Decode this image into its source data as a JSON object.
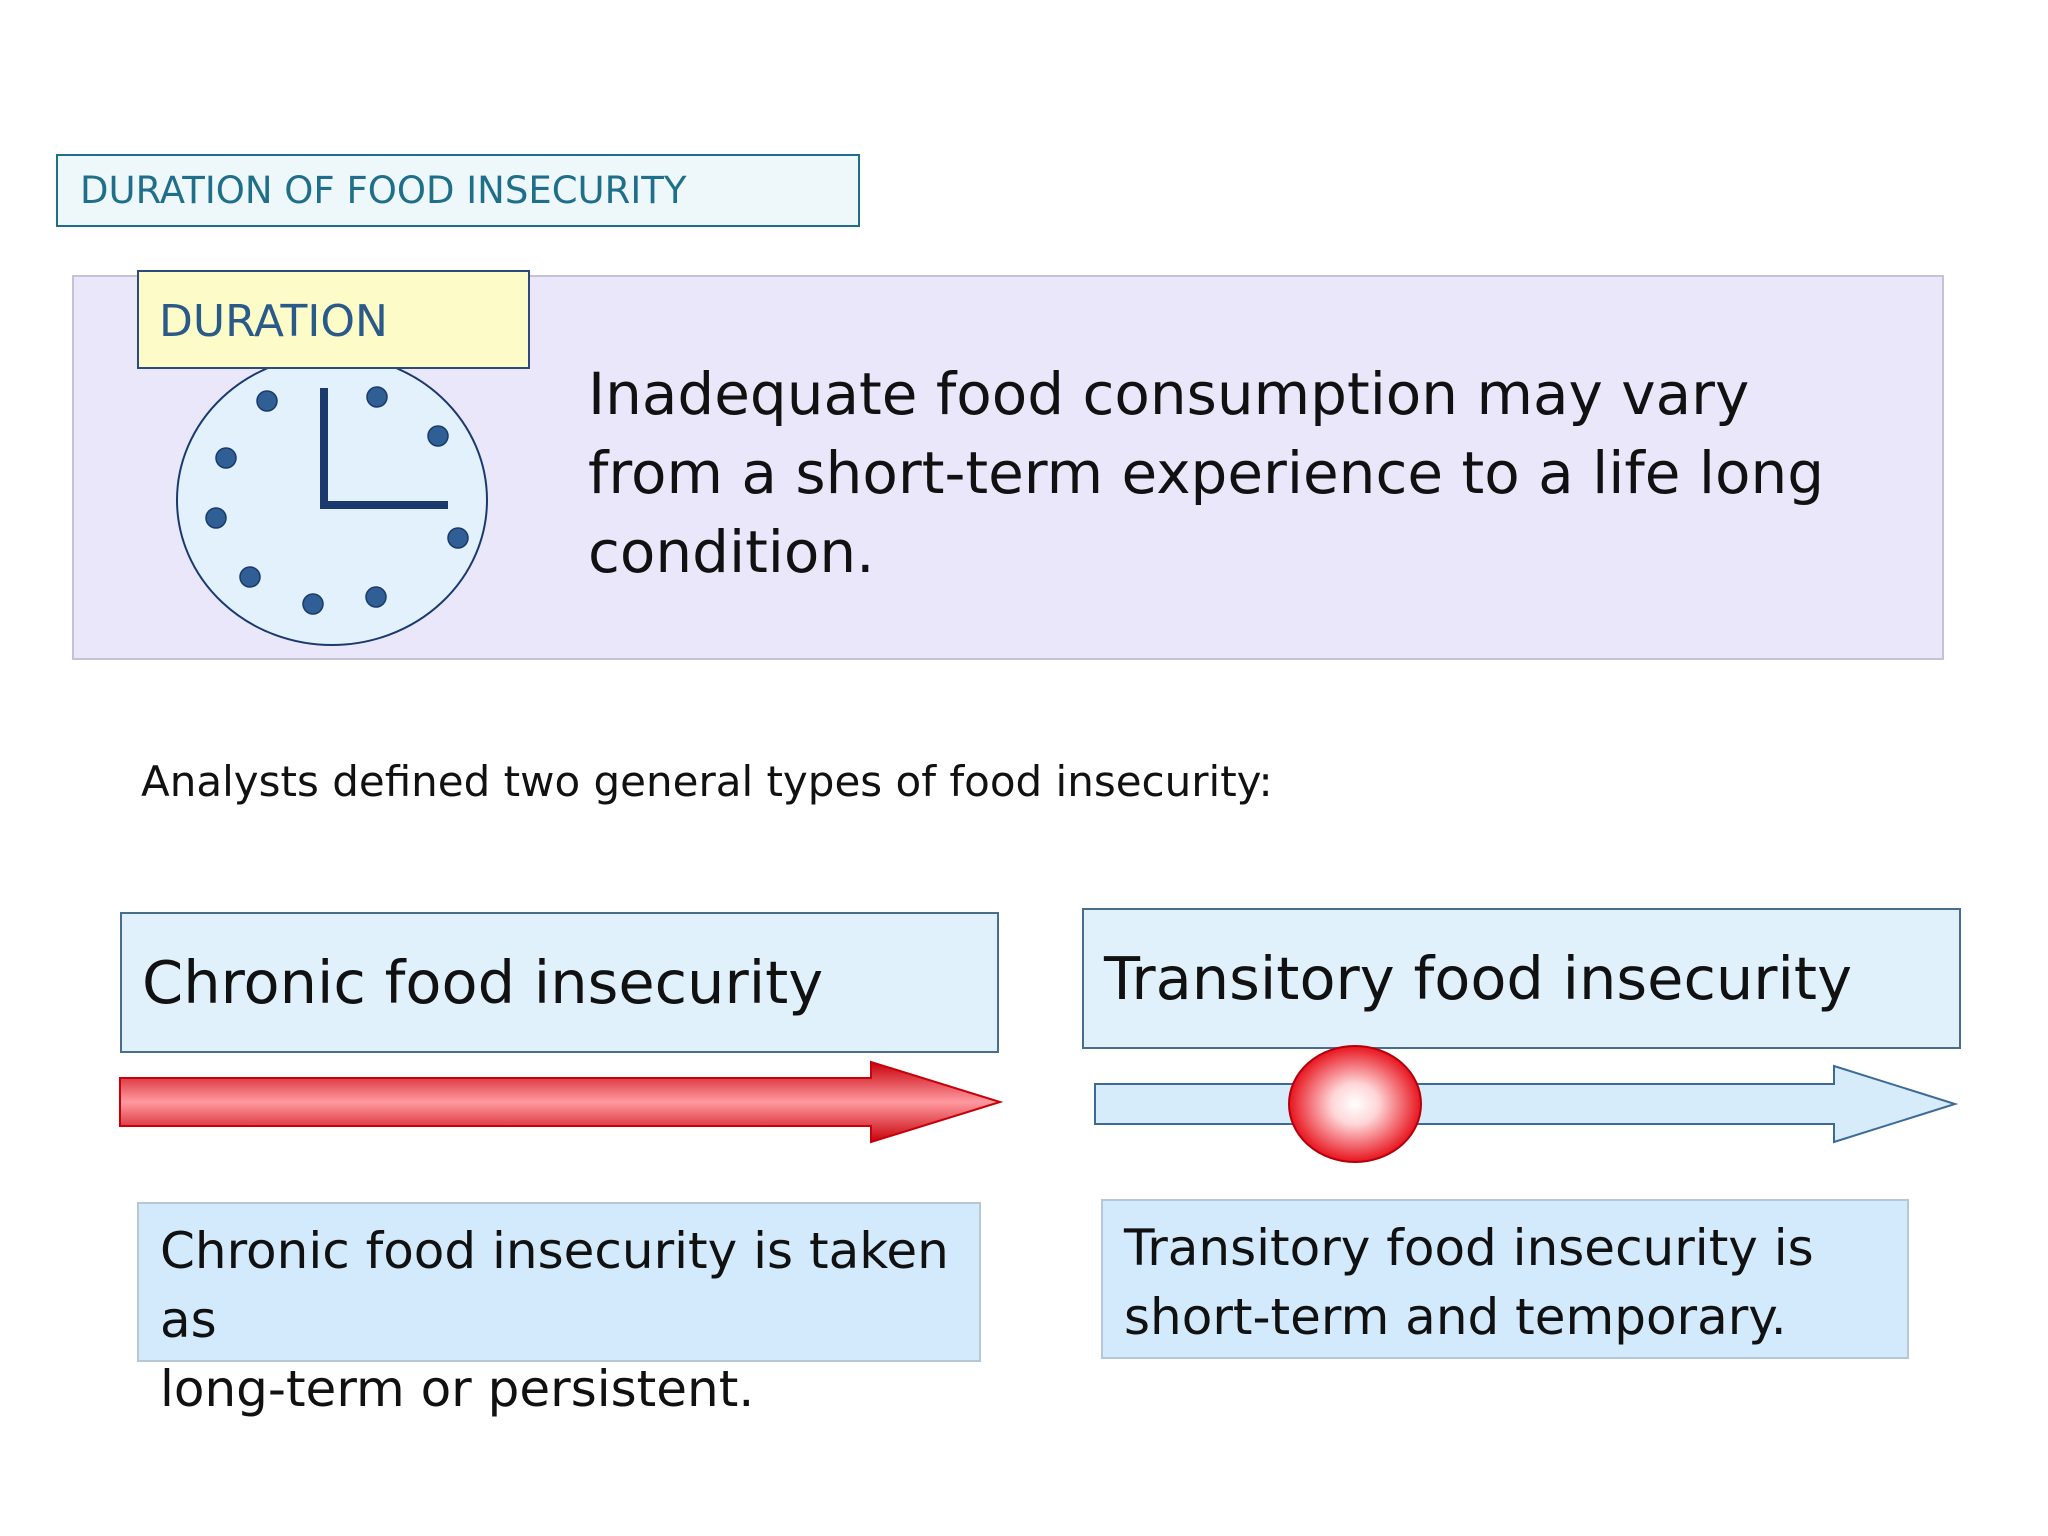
{
  "header": {
    "title": "DURATION OF FOOD INSECURITY"
  },
  "definition": {
    "tag": "DURATION",
    "text": "Inadequate food consumption may vary\nfrom a short-term experience to a life long\ncondition.",
    "clock_icon": "clock-icon"
  },
  "intro": "Analysts defined two general types of food insecurity:",
  "types": {
    "chronic": {
      "title": "Chronic food insecurity",
      "description": "Chronic food insecurity is taken as\nlong-term or persistent.",
      "arrow_color": "#e8141e"
    },
    "transitory": {
      "title": "Transitory food insecurity",
      "description": "Transitory food insecurity is\nshort-term and temporary.",
      "arrow_color": "#d6ecfb",
      "marker_color": "#e8141e"
    }
  },
  "colors": {
    "header_border": "#1f6f8b",
    "panel_bg": "#ebe7fb",
    "tag_bg": "#fdfcc8",
    "clock_face": "#e2f1fb",
    "clock_hands": "#1a3a6e",
    "box_bg": "#e0f1fb",
    "desc_bg": "#d2eafb"
  }
}
